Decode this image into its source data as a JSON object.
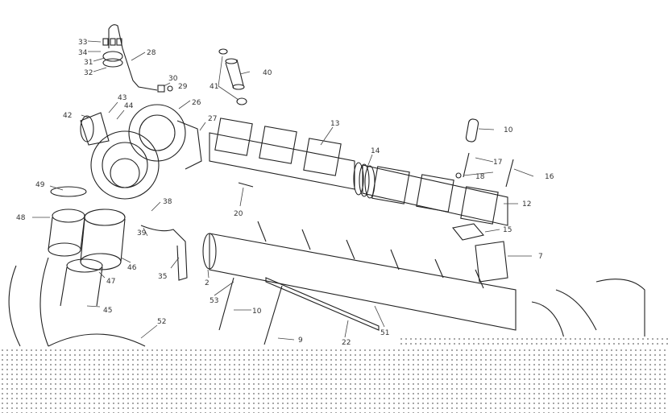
{
  "diagram": {
    "type": "exploded parts diagram - engine exhaust manifold and turbocharger",
    "callouts": [
      "33",
      "34",
      "31",
      "32",
      "28",
      "30",
      "29",
      "40",
      "41",
      "42",
      "43",
      "44",
      "26",
      "27",
      "13",
      "10",
      "17",
      "18",
      "16",
      "14",
      "12",
      "49",
      "48",
      "38",
      "39",
      "20",
      "15",
      "7",
      "46",
      "47",
      "35",
      "2",
      "53",
      "10",
      "45",
      "52",
      "9",
      "51",
      "22"
    ]
  }
}
